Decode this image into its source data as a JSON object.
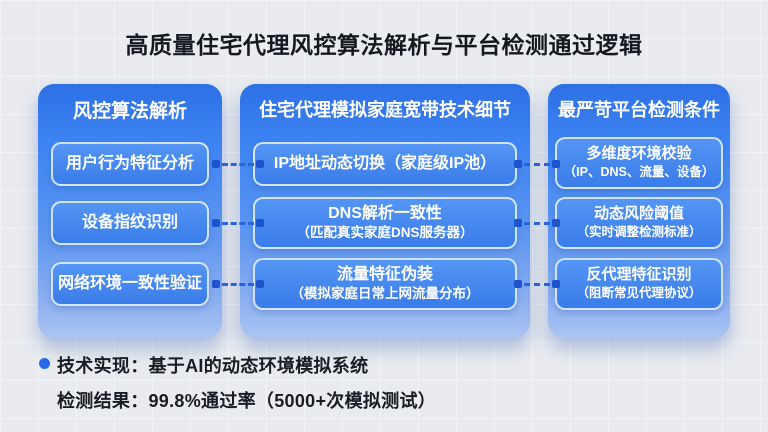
{
  "title": "高质量住宅代理风控算法解析与平台检测通过逻辑",
  "columns": [
    {
      "header": "风控算法解析",
      "items": [
        {
          "title": "用户行为特征分析"
        },
        {
          "title": "设备指纹识别"
        },
        {
          "title": "网络环境一致性验证"
        }
      ]
    },
    {
      "header": "住宅代理模拟家庭宽带技术细节",
      "items": [
        {
          "title": "IP地址动态切换（家庭级IP池）"
        },
        {
          "title": "DNS解析一致性",
          "subtitle": "（匹配真实家庭DNS服务器）"
        },
        {
          "title": "流量特征伪装",
          "subtitle": "（模拟家庭日常上网流量分布）"
        }
      ]
    },
    {
      "header": "最严苛平台检测条件",
      "items": [
        {
          "title": "多维度环境校验",
          "subtitle": "（IP、DNS、流量、设备）"
        },
        {
          "title": "动态风险阈值",
          "subtitle": "（实时调整检测标准）"
        },
        {
          "title": "反代理特征识别",
          "subtitle": "（阻断常见代理协议）"
        }
      ]
    }
  ],
  "footer": {
    "line1": "技术实现：基于AI的动态环境模拟系统",
    "line2": "检测结果：99.8%通过率（5000+次模拟测试）"
  },
  "colors": {
    "background": "#e9ebee",
    "panel_top": "#2e6fe6",
    "panel_bottom": "#abc4f3",
    "card_fill": "#4489f0",
    "card_border": "#ebf4ff",
    "connector": "#1d54cd",
    "bullet": "#2a6ae6",
    "title_text": "#15181e",
    "panel_text": "#ffffff"
  }
}
